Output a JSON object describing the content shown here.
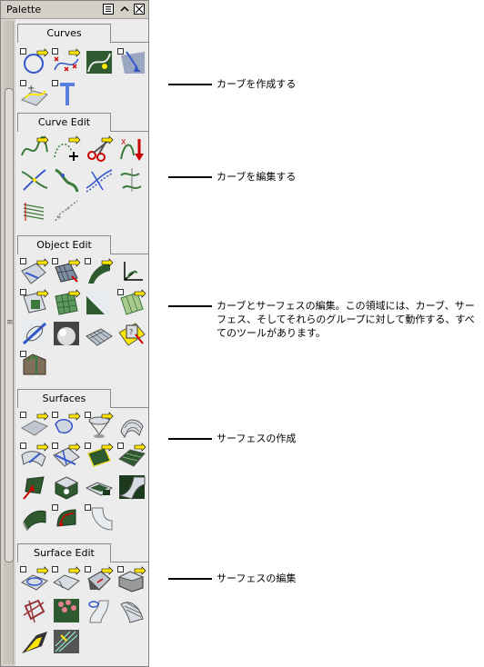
{
  "palette": {
    "title": "Palette",
    "sections": [
      {
        "key": "curves",
        "label": "Curves"
      },
      {
        "key": "curve_edit",
        "label": "Curve Edit"
      },
      {
        "key": "object_edit",
        "label": "Object Edit"
      },
      {
        "key": "surfaces",
        "label": "Surfaces"
      },
      {
        "key": "surface_edit",
        "label": "Surface Edit"
      }
    ]
  },
  "callouts": [
    {
      "text": "カーブを作成する"
    },
    {
      "text": "カーブを編集する"
    },
    {
      "text": "カーブとサーフェスの編集。この領域には、カーブ、サーフェス、そしてそれらのグループに対して動作する、すべてのツールがあります。"
    },
    {
      "text": "サーフェスの作成"
    },
    {
      "text": "サーフェスの編集"
    }
  ],
  "colors": {
    "accent_yellow": "#ffe600",
    "curve_blue": "#3355cc",
    "surface_green": "#3a7a3a"
  }
}
